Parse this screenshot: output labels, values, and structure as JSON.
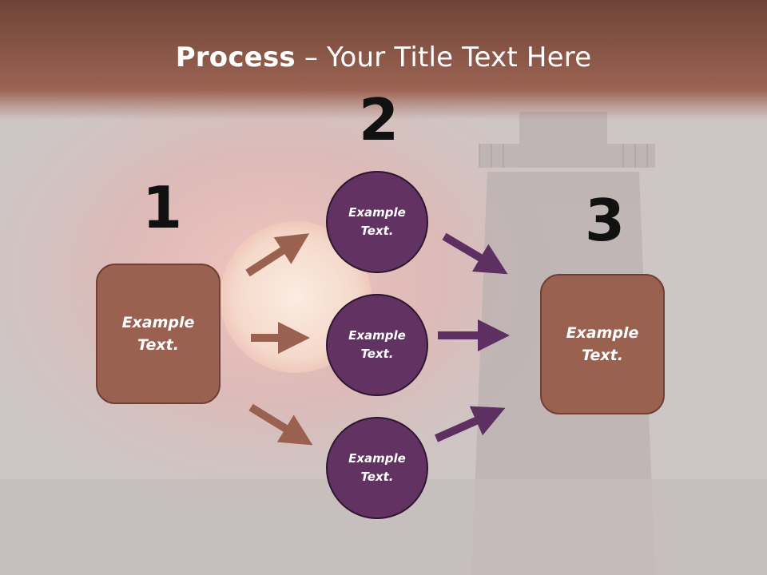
{
  "title": {
    "bold": "Process",
    "rest": " – Your Title Text Here"
  },
  "steps": {
    "one": {
      "number": "1",
      "text": "Example Text."
    },
    "two": {
      "number": "2"
    },
    "three": {
      "number": "3",
      "text": "Example Text."
    }
  },
  "circles": [
    {
      "text": "Example Text."
    },
    {
      "text": "Example Text."
    },
    {
      "text": "Example Text."
    }
  ],
  "colors": {
    "header": "#7a4a3a",
    "box_fill": "#9a6150",
    "circle_fill": "#623263",
    "arrow_brown": "#9a6150",
    "arrow_purple": "#5e2f61"
  }
}
